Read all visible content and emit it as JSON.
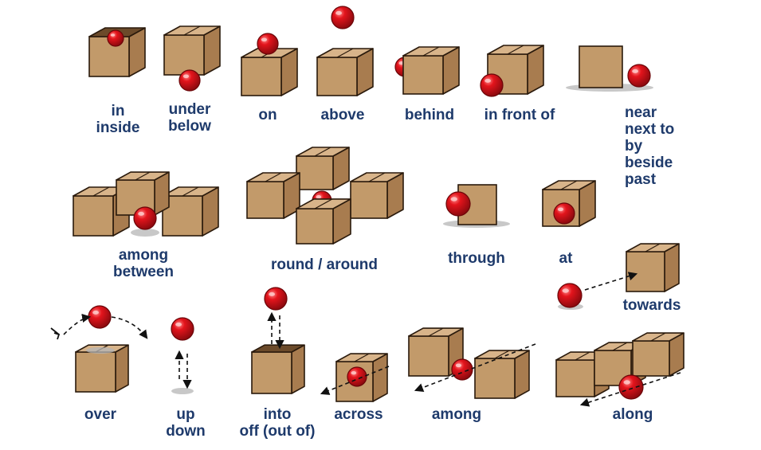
{
  "panels": [
    {
      "id": "in",
      "lines": [
        "in",
        "inside"
      ]
    },
    {
      "id": "under",
      "lines": [
        "under",
        "below"
      ]
    },
    {
      "id": "on",
      "lines": [
        "on"
      ]
    },
    {
      "id": "above",
      "lines": [
        "above"
      ]
    },
    {
      "id": "behind",
      "lines": [
        "behind"
      ]
    },
    {
      "id": "in-front-of",
      "lines": [
        "in front of"
      ]
    },
    {
      "id": "near",
      "lines": [
        "near",
        "next to",
        "by",
        "beside",
        "past"
      ]
    },
    {
      "id": "among-between",
      "lines": [
        "among",
        "between"
      ]
    },
    {
      "id": "round-around",
      "lines": [
        "round / around"
      ]
    },
    {
      "id": "through",
      "lines": [
        "through"
      ]
    },
    {
      "id": "at",
      "lines": [
        "at"
      ]
    },
    {
      "id": "towards",
      "lines": [
        "towards"
      ]
    },
    {
      "id": "over",
      "lines": [
        "over"
      ]
    },
    {
      "id": "up-down",
      "lines": [
        "up",
        "down"
      ]
    },
    {
      "id": "into-off",
      "lines": [
        "into",
        "off (out of)"
      ]
    },
    {
      "id": "across",
      "lines": [
        "across"
      ]
    },
    {
      "id": "among2",
      "lines": [
        "among"
      ]
    },
    {
      "id": "along",
      "lines": [
        "along"
      ]
    }
  ],
  "colors": {
    "text": "#1e3a6b",
    "box_front": "#c29a6a",
    "box_side": "#a87c4f",
    "box_top": "#d8b48a",
    "ball": "#d8121b",
    "shadow": "#b5b5b5"
  }
}
